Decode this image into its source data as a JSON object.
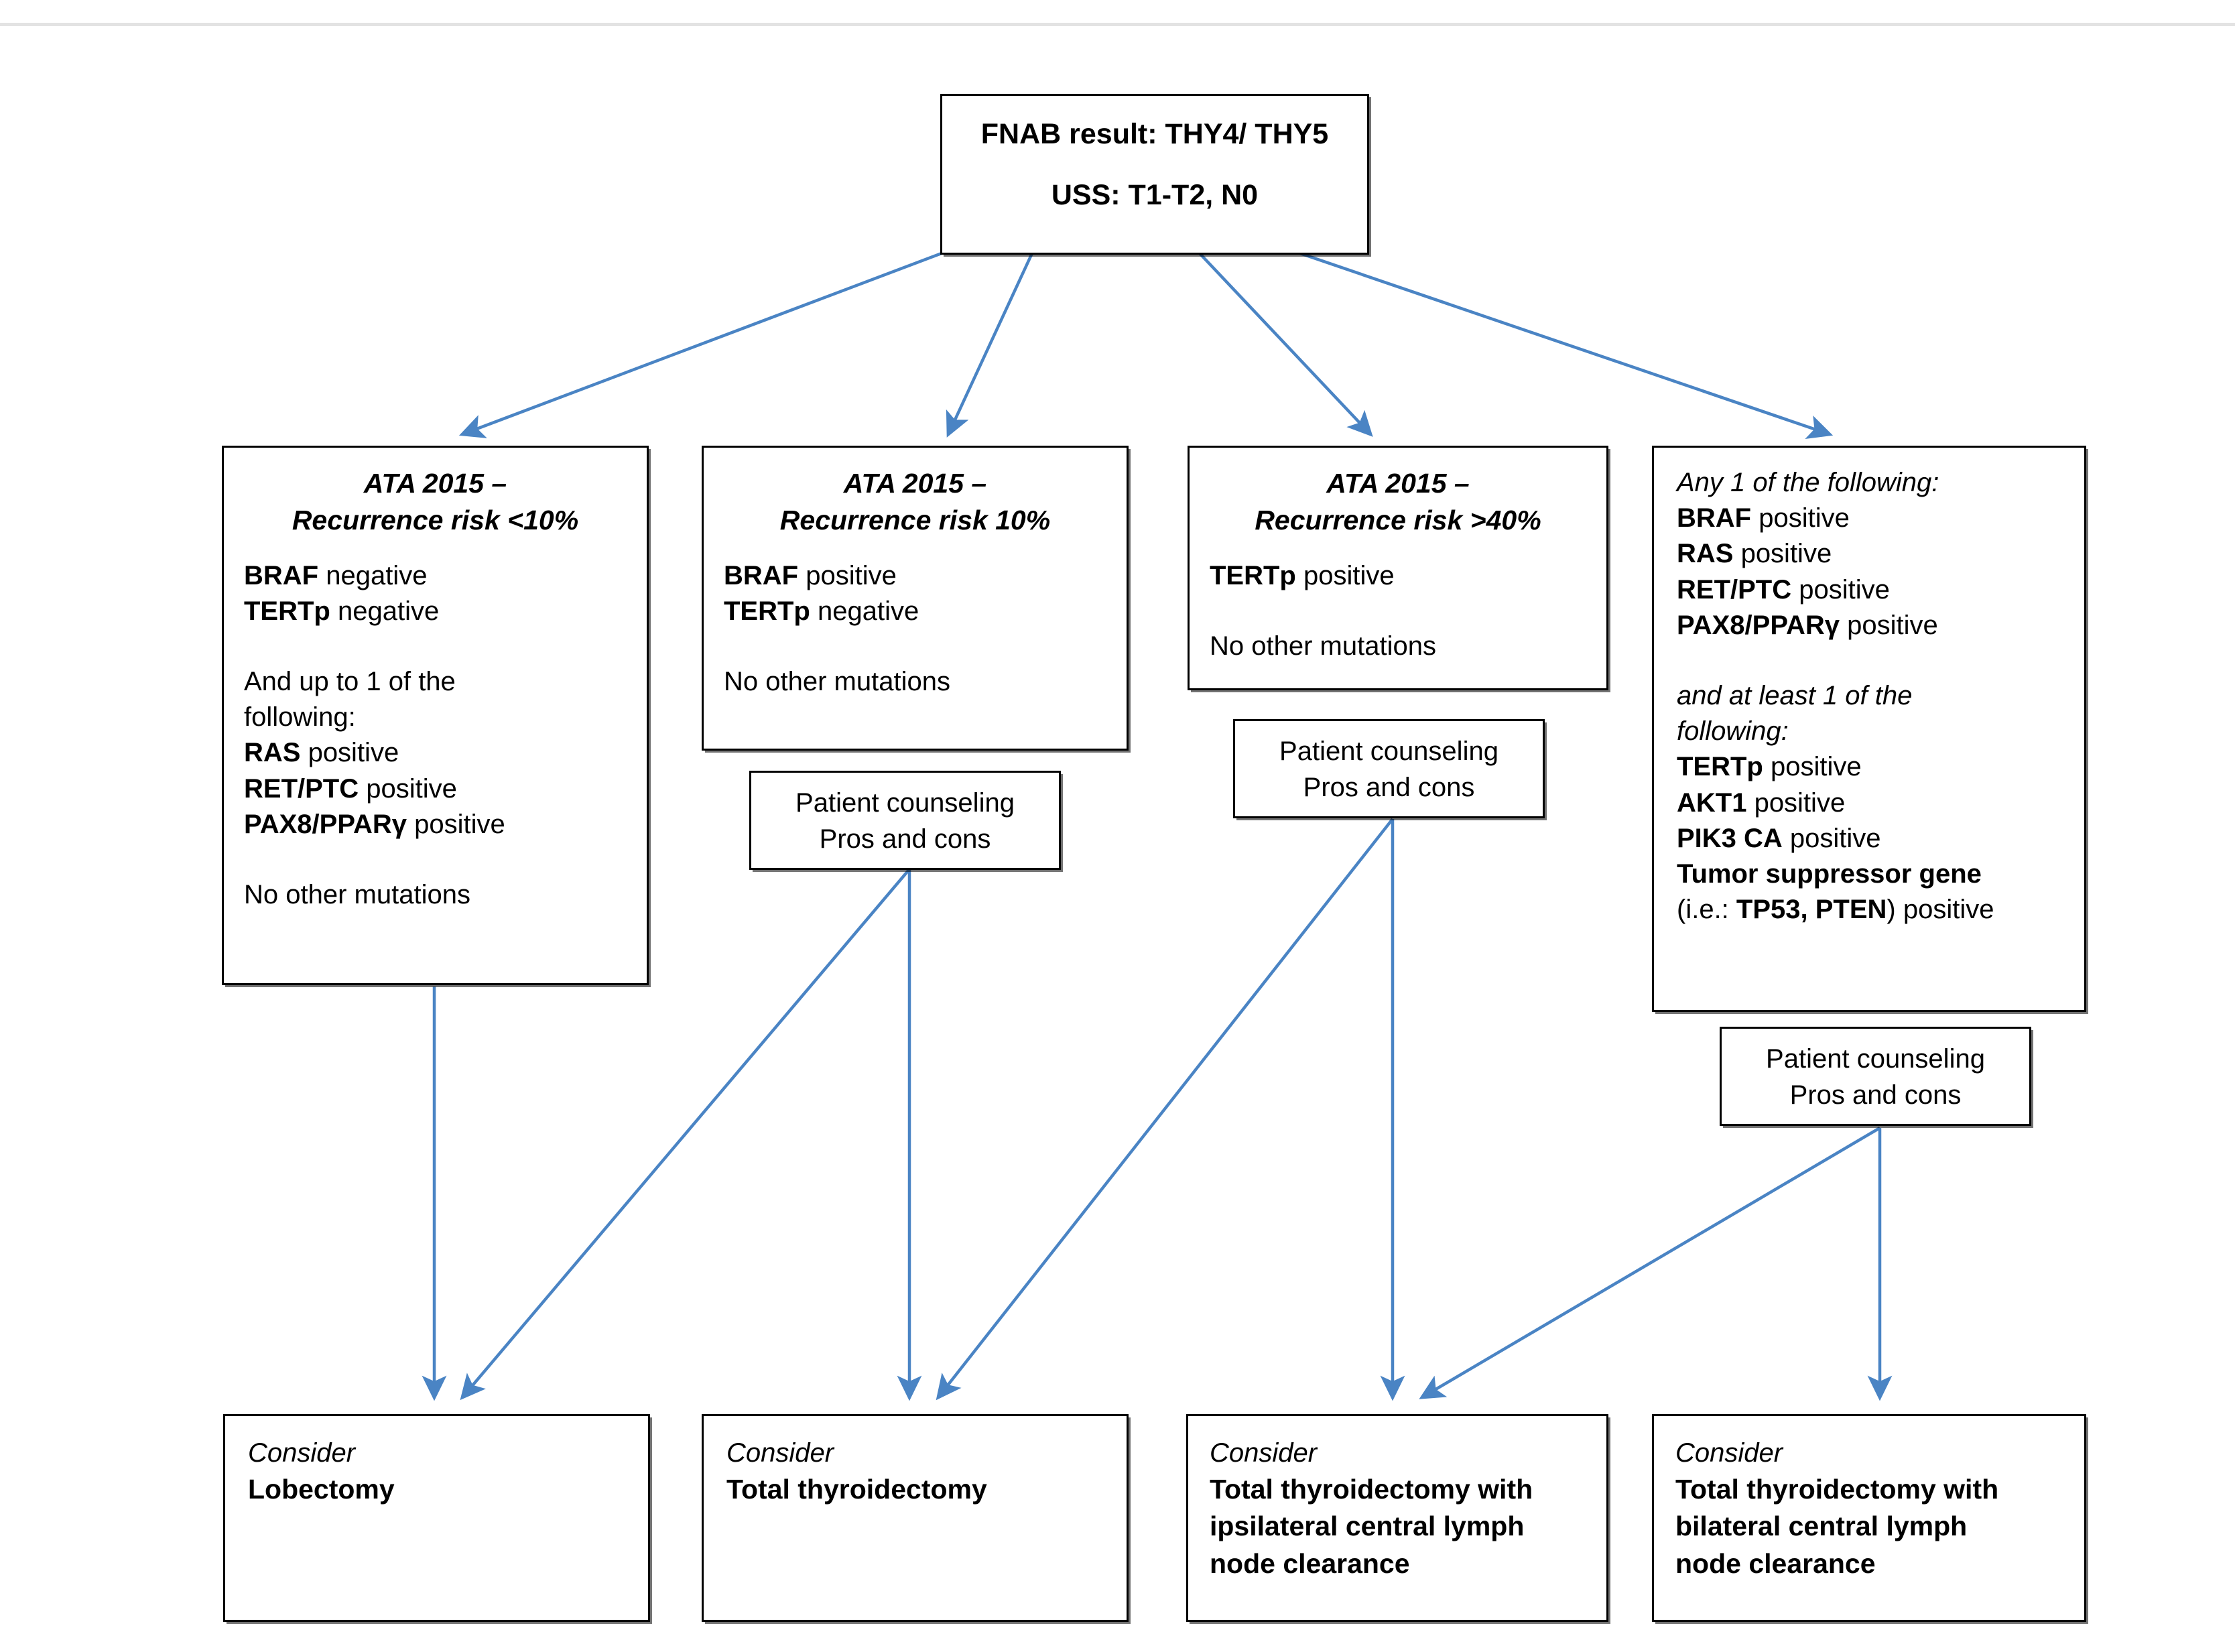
{
  "diagram": {
    "arrow_color": "#4A84C4",
    "box_border_color": "#000000",
    "background": "#ffffff",
    "root": {
      "line1": "FNAB result: THY4/ THY5",
      "line2": "USS: T1-T2, N0"
    },
    "criteria": [
      {
        "title_line1": "ATA 2015 –",
        "title_line2": "Recurrence risk <10%",
        "lines": [
          {
            "bold": "BRAF",
            "rest": " negative"
          },
          {
            "bold": "TERTp",
            "rest": " negative"
          },
          {
            "bold": "",
            "rest": ""
          },
          {
            "bold": "",
            "rest": "And up to 1 of the"
          },
          {
            "bold": "",
            "rest": "following:"
          },
          {
            "bold": "RAS",
            "rest": " positive"
          },
          {
            "bold": "RET/PTC",
            "rest": " positive"
          },
          {
            "bold": "PAX8/PPARγ",
            "rest": " positive"
          },
          {
            "bold": "",
            "rest": ""
          },
          {
            "bold": "",
            "rest": "No other mutations"
          }
        ]
      },
      {
        "title_line1": "ATA 2015 –",
        "title_line2": "Recurrence risk 10%",
        "lines": [
          {
            "bold": "BRAF",
            "rest": " positive"
          },
          {
            "bold": "TERTp",
            "rest": " negative"
          },
          {
            "bold": "",
            "rest": ""
          },
          {
            "bold": "",
            "rest": "No other mutations"
          }
        ]
      },
      {
        "title_line1": "ATA 2015 –",
        "title_line2": "Recurrence risk >40%",
        "lines": [
          {
            "bold": "TERTp",
            "rest": " positive"
          },
          {
            "bold": "",
            "rest": ""
          },
          {
            "bold": "",
            "rest": "No other mutations"
          }
        ]
      },
      {
        "title_line1": "",
        "title_line2": "",
        "lines": [
          {
            "italic": "Any 1 of the following:"
          },
          {
            "bold": "BRAF",
            "rest": " positive"
          },
          {
            "bold": "RAS",
            "rest": " positive"
          },
          {
            "bold": "RET/PTC",
            "rest": " positive"
          },
          {
            "bold": "PAX8/PPARγ",
            "rest": " positive"
          },
          {
            "bold": "",
            "rest": ""
          },
          {
            "italic": "and at least 1 of the"
          },
          {
            "italic": "following:"
          },
          {
            "bold": "TERTp",
            "rest": " positive"
          },
          {
            "bold": "AKT1",
            "rest": " positive"
          },
          {
            "bold": "PIK3 CA",
            "rest": " positive"
          },
          {
            "bold": "Tumor suppressor gene",
            "rest": ""
          },
          {
            "pre": "(i.e.: ",
            "bold": "TP53, PTEN",
            "rest": ") positive"
          }
        ]
      }
    ],
    "counseling": {
      "line1": "Patient counseling",
      "line2": "Pros and cons"
    },
    "outcomes": [
      {
        "consider": "Consider",
        "lines": [
          "Lobectomy"
        ]
      },
      {
        "consider": "Consider",
        "lines": [
          "Total thyroidectomy"
        ]
      },
      {
        "consider": "Consider",
        "lines": [
          "Total thyroidectomy with",
          "ipsilateral central lymph",
          "node clearance"
        ]
      },
      {
        "consider": "Consider",
        "lines": [
          "Total thyroidectomy with",
          "bilateral central lymph",
          "node clearance"
        ]
      }
    ]
  }
}
